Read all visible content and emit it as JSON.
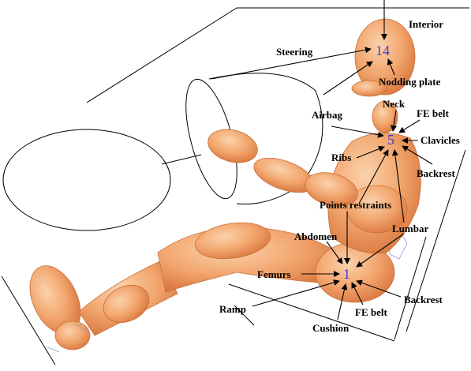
{
  "diagram": {
    "title": "",
    "node_numbers": {
      "head": "14",
      "thorax": "5",
      "pelvis": "1"
    },
    "labels": {
      "interior": "Interior",
      "steering": "Steering",
      "nodding_plate": "Nodding plate",
      "airbag": "Airbag",
      "neck": "Neck",
      "fe_belt_upper": "FE belt",
      "clavicles": "Clavicles",
      "ribs": "Ribs",
      "backrest_upper": "Backrest",
      "points_restraints": "Points restraints",
      "abdomen": "Abdomen",
      "lumbar": "Lumbar",
      "femurs": "Femurs",
      "backrest_lower": "Backrest",
      "ramp": "Ramp",
      "fe_belt_lower": "FE belt",
      "cushion": "Cushion"
    },
    "colors": {
      "skin": "#f2a66e",
      "skin_dark": "#d9773f",
      "skin_light": "#fbd2ac",
      "node_number": "#3a3ad8",
      "lines": "#000000"
    }
  }
}
